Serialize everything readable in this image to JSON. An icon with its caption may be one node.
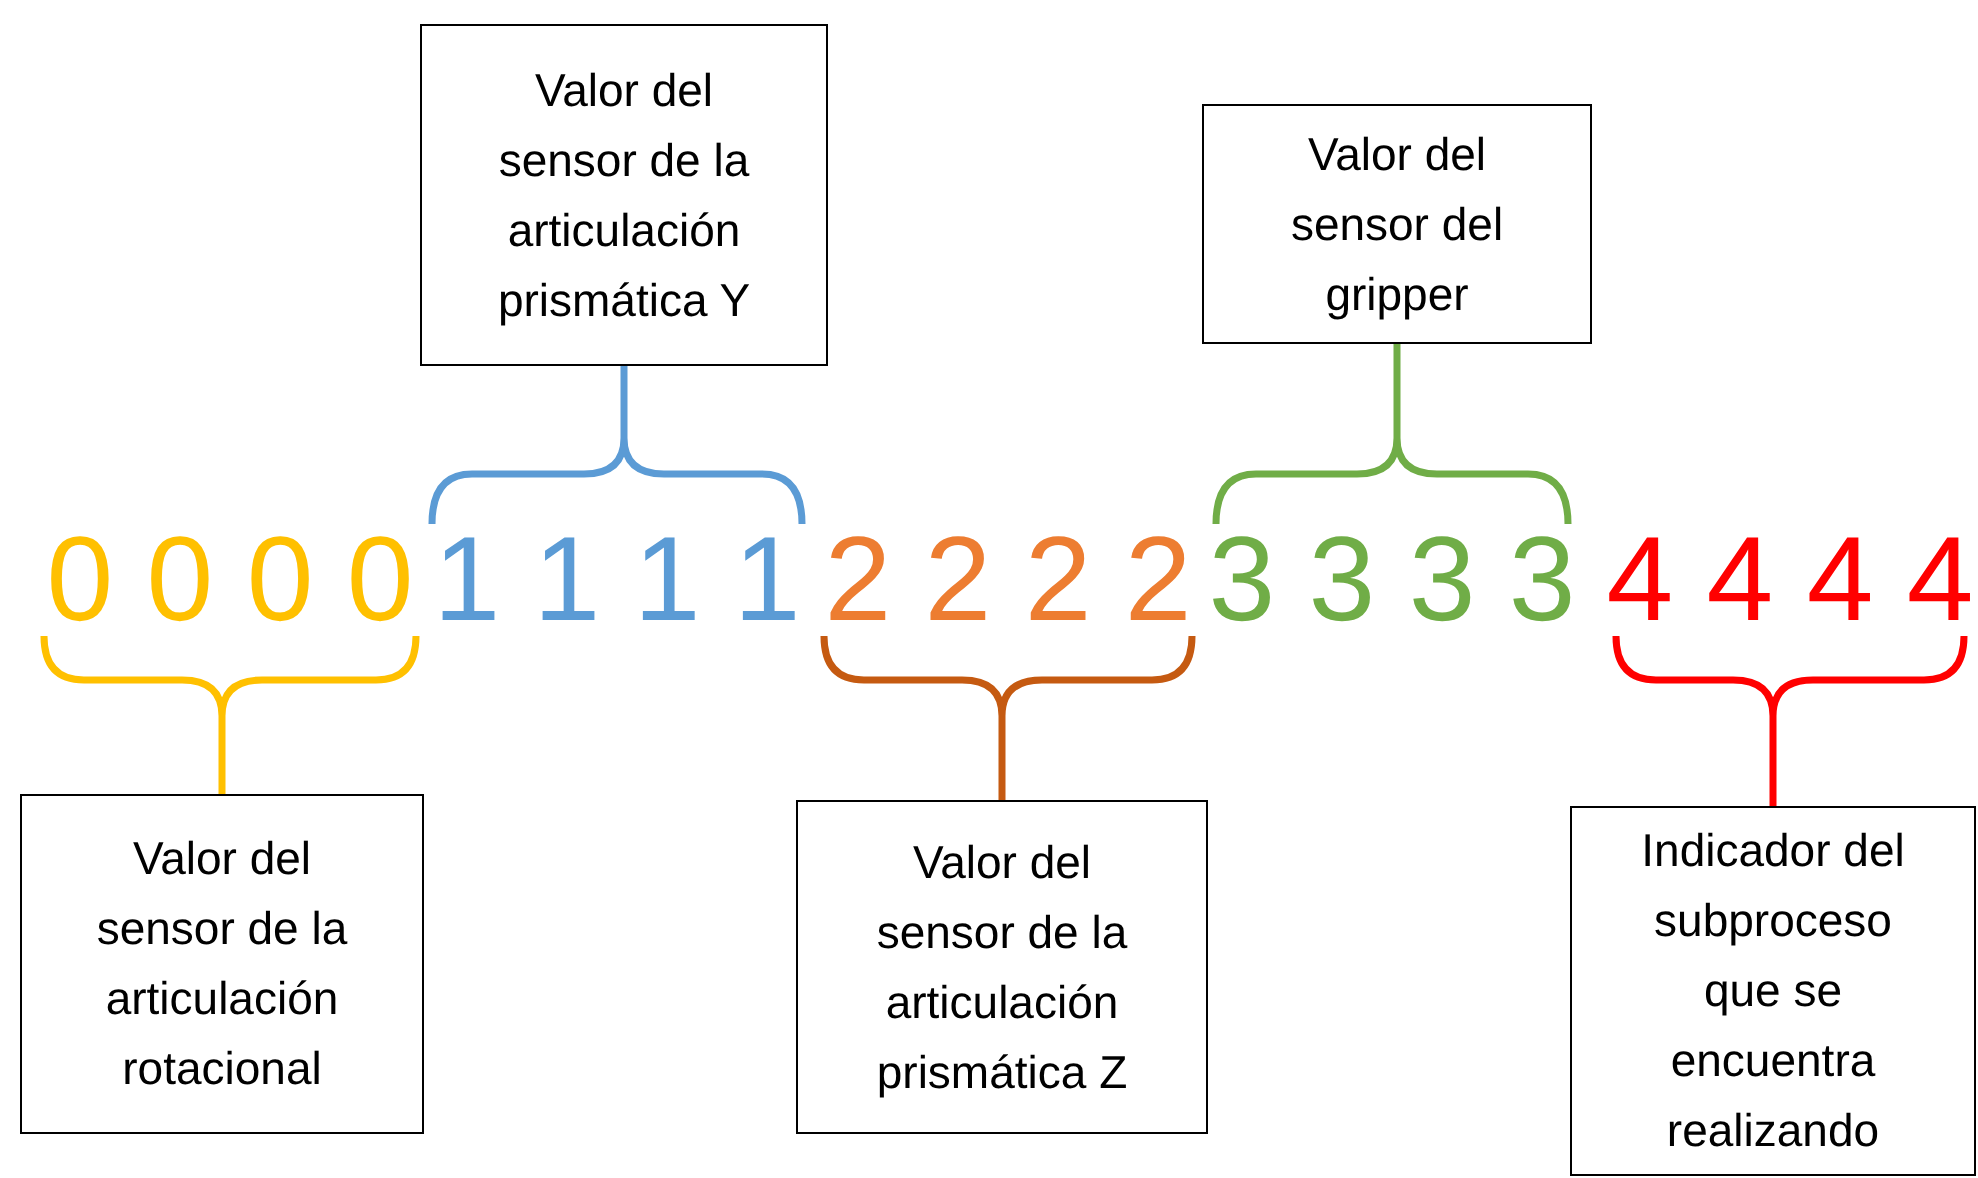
{
  "diagram": {
    "nodes": [
      {
        "text": [
          "Valor del sensor de la articulación prismática Y"
        ]
      },
      {
        "text": [
          "Valor del sensor del gripper"
        ]
      },
      {
        "text": [
          "0 0 0 0"
        ]
      },
      {
        "text": [
          "1 1 1 1"
        ]
      },
      {
        "text": [
          "2 2 2 2"
        ]
      },
      {
        "text": [
          "3 3 3 3"
        ]
      },
      {
        "text": [
          "4 4 4 4"
        ]
      },
      {
        "text": [
          "Valor del sensor de la articulación rotacional"
        ]
      },
      {
        "text": [
          "Valor del sensor de la articulación prismática Z"
        ]
      },
      {
        "text": [
          "Indicador del subproceso que se encuentra realizando"
        ]
      }
    ],
    "edges": [
      {
        "from": 0,
        "to": 3,
        "arrow": "none",
        "color": "#5b9bd5"
      },
      {
        "from": 1,
        "to": 5,
        "arrow": "none",
        "color": "#70ad47"
      },
      {
        "from": 7,
        "to": 2,
        "arrow": "none",
        "color": "#ffc000"
      },
      {
        "from": 8,
        "to": 4,
        "arrow": "none",
        "color": "#c55a11"
      },
      {
        "from": 9,
        "to": 6,
        "arrow": "none",
        "color": "#ff0000"
      }
    ]
  }
}
